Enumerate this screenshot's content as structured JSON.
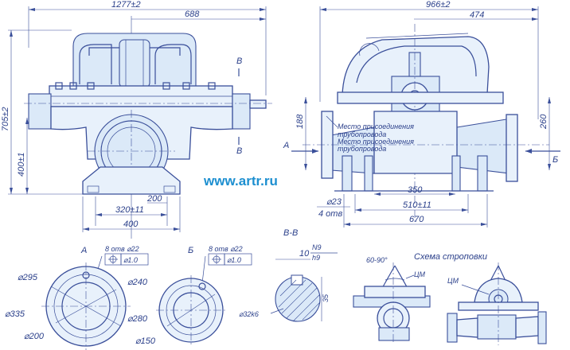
{
  "watermark": "www.artr.ru",
  "front_view": {
    "overall_length": "1277±2",
    "half_length": "688",
    "height_total": "705±2",
    "height_axis": "400±1",
    "foot_span": "320±11",
    "foot_width": "200",
    "base_length": "400",
    "section_mark_top": "В",
    "section_mark_bottom": "В"
  },
  "side_view": {
    "overall_width": "966±2",
    "half_width": "474",
    "height_left": "188",
    "height_right": "260",
    "hole_diameter": "⌀23",
    "hole_count": "4 отв",
    "span_inner": "350",
    "span_mid": "510±11",
    "span_outer": "670",
    "arrow_left": "А",
    "arrow_right": "Б",
    "note_1": "Место присоединения",
    "note_2": "трубопровода",
    "note_3": "Место присоединения",
    "note_4": "трубопровода"
  },
  "flange_a": {
    "title": "А",
    "holes": "8 отв ⌀22",
    "tolerance": "⌀1.0",
    "d_outer": "⌀335",
    "d_bolt": "⌀295",
    "d_inner": "⌀200"
  },
  "flange_b": {
    "title": "Б",
    "holes": "8 отв ⌀22",
    "tolerance": "⌀1.0",
    "d_outer": "⌀280",
    "d_bolt": "⌀240",
    "d_inner": "⌀150"
  },
  "section_bb": {
    "title": "В-В",
    "key_width": "10",
    "key_fit_top": "N9",
    "key_fit_bottom": "h9",
    "key_depth": "35",
    "shaft_diameter": "⌀32k6"
  },
  "lifting_scheme": {
    "title": "Схема строповки",
    "angle": "60-90°",
    "cm_left": "ЦМ",
    "cm_right": "ЦМ"
  }
}
